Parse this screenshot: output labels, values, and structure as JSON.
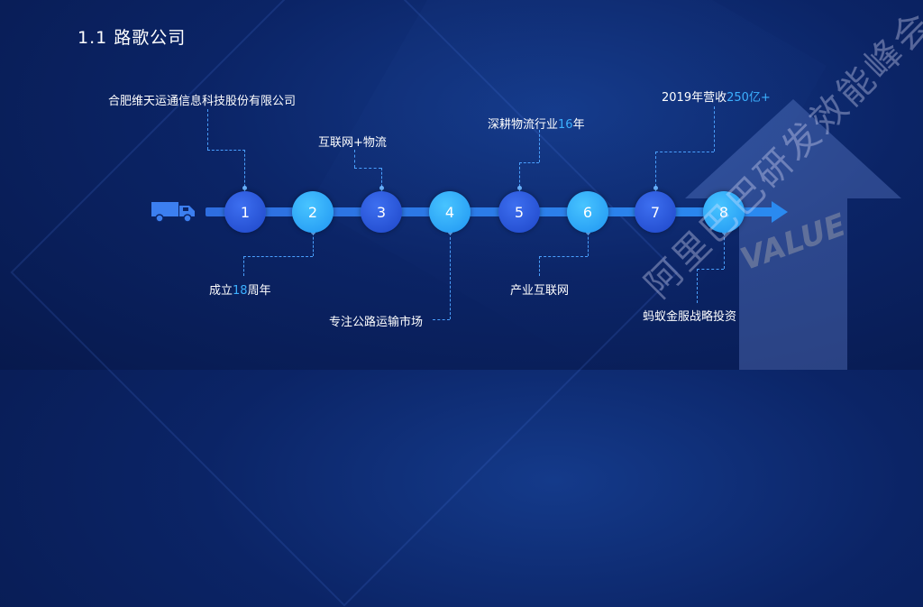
{
  "slide": {
    "title": "1.1  路歌公司",
    "watermark": "阿里巴巴研发效能峰会",
    "value_text": "VALUE"
  },
  "timeline": {
    "nodes": [
      "1",
      "2",
      "3",
      "4",
      "5",
      "6",
      "7",
      "8"
    ],
    "labels": {
      "n1": "合肥维天运通信息科技股份有限公司",
      "n2_pre": "成立",
      "n2_hl": "18",
      "n2_post": "周年",
      "n3": "互联网+物流",
      "n4": "专注公路运输市场",
      "n5_pre": "深耕物流行业",
      "n5_hl": "16",
      "n5_post": "年",
      "n6": "产业互联网",
      "n7_pre": "2019年营收",
      "n7_hl": "250亿+",
      "n8": "蚂蚁金服战略投资"
    }
  },
  "colors": {
    "background": "#0b2466",
    "track": "#2a8af0",
    "node_dark": "#2453d6",
    "node_light": "#2aa6f7",
    "highlight": "#3cb0ff"
  }
}
